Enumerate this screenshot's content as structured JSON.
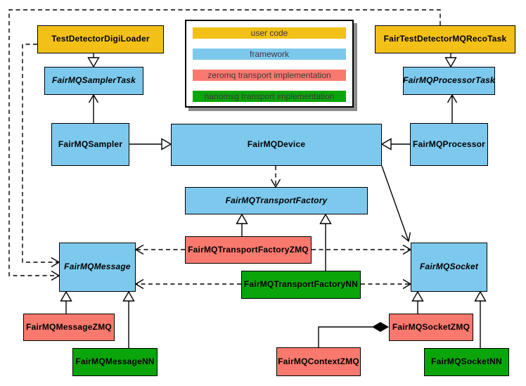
{
  "colors": {
    "user_code": "#F2C017",
    "framework": "#7DC9EE",
    "zeromq": "#F9796F",
    "nanomsg": "#0AA50A",
    "line": "#000000",
    "background": "#FFFFFF"
  },
  "legend": {
    "items": [
      {
        "label": "user code",
        "color": "#F2C017"
      },
      {
        "label": "framework",
        "color": "#7DC9EE"
      },
      {
        "label": "zeromq transport implementation",
        "color": "#F9796F"
      },
      {
        "label": "nanomsg transport implementation",
        "color": "#0AA50A"
      }
    ]
  },
  "nodes": {
    "test_detector_digi_loader": {
      "label": "TestDetectorDigiLoader"
    },
    "fair_test_detector_mq_reco_task": {
      "label": "FairTestDetectorMQRecoTask"
    },
    "fairmq_sampler_task": {
      "label": "FairMQSamplerTask"
    },
    "fairmq_processor_task": {
      "label": "FairMQProcessorTask"
    },
    "fairmq_sampler": {
      "label": "FairMQSampler"
    },
    "fairmq_processor": {
      "label": "FairMQProcessor"
    },
    "fairmq_device": {
      "label": "FairMQDevice"
    },
    "fairmq_transport_factory": {
      "label": "FairMQTransportFactory"
    },
    "fairmq_transport_factory_zmq": {
      "label": "FairMQTransportFactoryZMQ"
    },
    "fairmq_transport_factory_nn": {
      "label": "FairMQTransportFactoryNN"
    },
    "fairmq_message": {
      "label": "FairMQMessage"
    },
    "fairmq_socket": {
      "label": "FairMQSocket"
    },
    "fairmq_message_zmq": {
      "label": "FairMQMessageZMQ"
    },
    "fairmq_message_nn": {
      "label": "FairMQMessageNN"
    },
    "fairmq_socket_zmq": {
      "label": "FairMQSocketZMQ"
    },
    "fairmq_socket_nn": {
      "label": "FairMQSocketNN"
    },
    "fairmq_context_zmq": {
      "label": "FairMQContextZMQ"
    }
  }
}
